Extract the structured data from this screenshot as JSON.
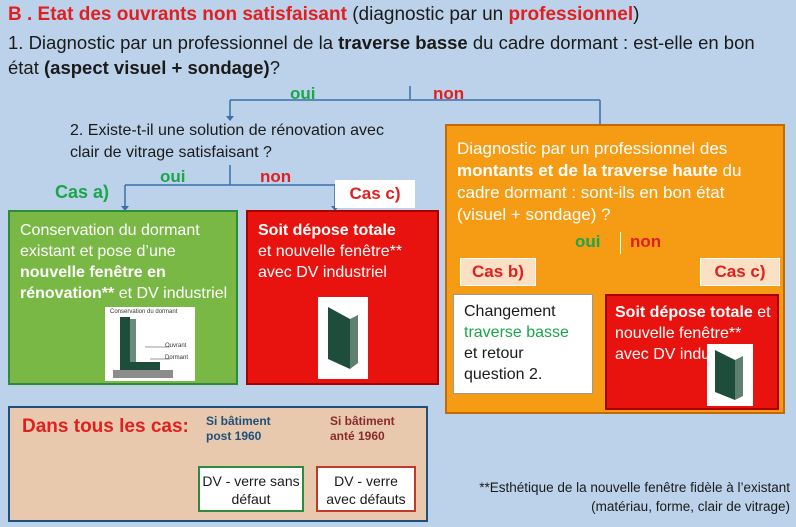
{
  "title": {
    "prefix": "B . Etat des ouvrants non satisfaisant",
    "mid": " (diagnostic par un ",
    "pro": "professionnel",
    "end": ")"
  },
  "q1": {
    "a": "1.  Diagnostic par un professionnel de la ",
    "b": "traverse basse",
    "c": " du cadre dormant : est-elle en bon état ",
    "d": "(aspect visuel + sondage)",
    "e": "?"
  },
  "oui1": "oui",
  "non1": "non",
  "q2": "2. Existe-t-il une solution de rénovation avec clair de vitrage  satisfaisant ?",
  "oui2": "oui",
  "non2": "non",
  "cas_a": "Cas a)",
  "cas_c1": "Cas c)",
  "green_box": {
    "a": "Conservation du dormant existant et pose d’une ",
    "b": "nouvelle fenêtre en rénovation**",
    "c": " et DV industriel"
  },
  "img1": {
    "caption": "Conservation du dormant",
    "l1": "Ouvrant",
    "l2": "Dormant"
  },
  "red_box1": {
    "a": "Soit dépose totale",
    "b": "et nouvelle fenêtre** avec DV industriel"
  },
  "orange_box": {
    "a": "Diagnostic par un professionnel des ",
    "b": "montants et de la traverse haute",
    "c": " du cadre dormant : sont-ils en bon état (visuel + sondage) ?"
  },
  "oui3": "oui",
  "non3": "non",
  "cas_b": "Cas b)",
  "cas_c2": "Cas c)",
  "white_box": {
    "a": "Changement",
    "b": "traverse basse",
    "c": "et retour question 2."
  },
  "red_box2": {
    "a": "Soit dépose totale",
    "b": " et nouvelle fenêtre** avec DV industriel"
  },
  "tous": {
    "label": "Dans tous les cas:",
    "post": "Si bâtiment post 1960",
    "ante": "Si bâtiment anté 1960",
    "dv1": "DV - verre sans défaut",
    "dv2": "DV - verre avec défauts"
  },
  "footnote": "**Esthétique de la nouvelle fenêtre fidèle à l’existant (matériau, forme, clair de vitrage)",
  "colors": {
    "bg": "#bcd2ea",
    "green": "#79b844",
    "red": "#e8130f",
    "orange": "#f59c14",
    "tan": "#e8c9ae"
  }
}
